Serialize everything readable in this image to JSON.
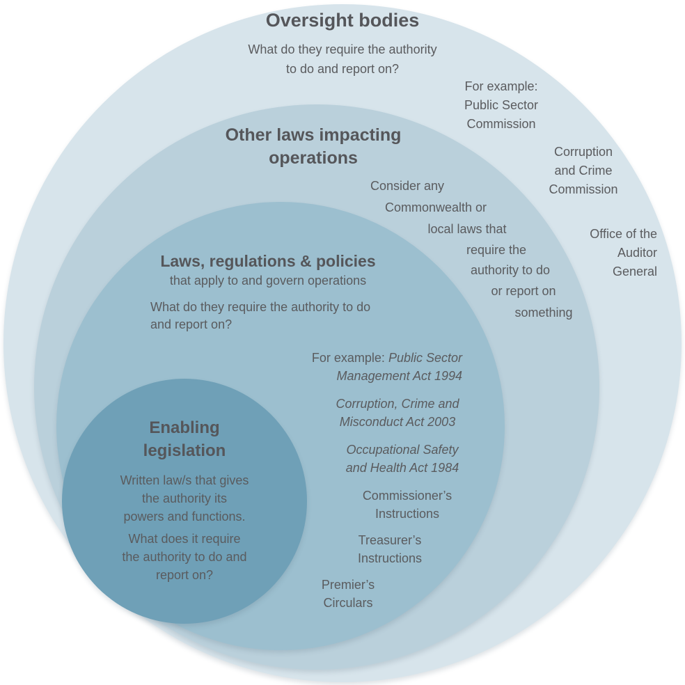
{
  "outer": {
    "title": "Oversight bodies",
    "question": [
      "What do they require the authority",
      "to do and report on?"
    ],
    "example_psc": [
      "For example:",
      "Public Sector",
      "Commission"
    ],
    "example_ccc": [
      "Corruption",
      "and Crime",
      "Commission"
    ],
    "example_oag": [
      "Office of the",
      "Auditor",
      "General"
    ]
  },
  "ring2": {
    "title": [
      "Other laws impacting",
      "operations"
    ],
    "note": [
      "Consider any",
      "Commonwealth or",
      "local laws that",
      "require the",
      "authority to do",
      "or report on",
      "something"
    ]
  },
  "ring3": {
    "title": "Laws, regulations & policies",
    "subtitle": "that apply to and govern operations",
    "question": [
      "What do they require the authority to do",
      "and report on?"
    ],
    "example_prefix": "For example:",
    "act_psm": [
      "Public Sector",
      "Management Act 1994"
    ],
    "act_ccm": [
      "Corruption, Crime and",
      "Misconduct Act 2003"
    ],
    "act_osh": [
      "Occupational Safety",
      "and Health Act 1984"
    ],
    "commissioners": [
      "Commissioner’s",
      "Instructions"
    ],
    "treasurers": [
      "Treasurer’s",
      "Instructions"
    ],
    "premiers": [
      "Premier’s",
      "Circulars"
    ]
  },
  "inner": {
    "title": [
      "Enabling",
      "legislation"
    ],
    "description": [
      "Written law/s that gives",
      "the authority its",
      "powers and functions."
    ],
    "question": [
      "What does it require",
      "the authority to do and",
      "report on?"
    ]
  },
  "colors": {
    "outer": "#d7e4eb",
    "ring2": "#bad0db",
    "ring3": "#9cbfcf",
    "inner": "#6fa0b7",
    "heading_text": "#55565a",
    "body_text": "#5a5b5e"
  }
}
